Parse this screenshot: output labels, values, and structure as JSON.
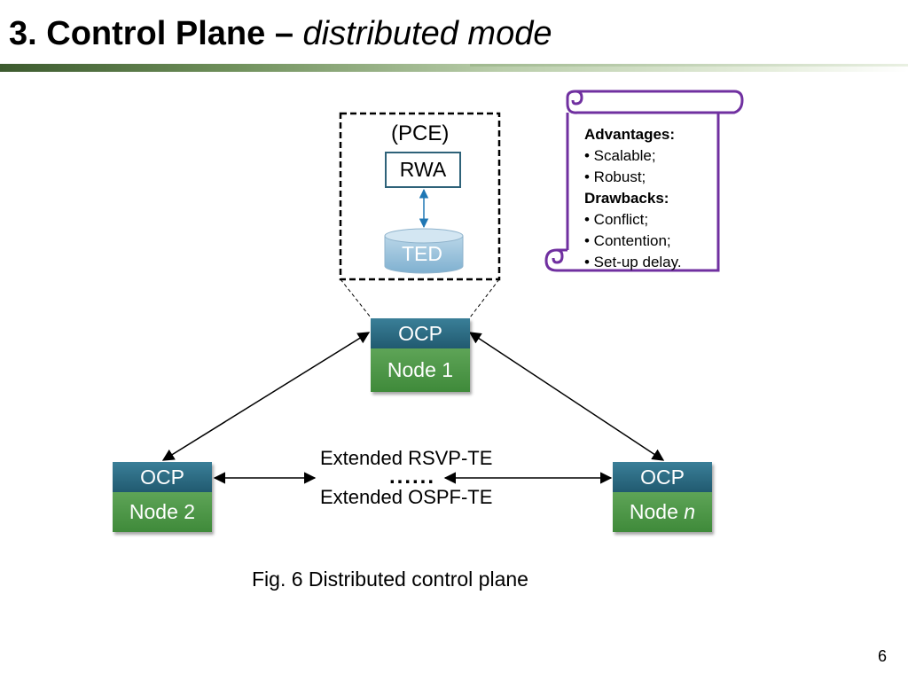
{
  "title": {
    "main": "3. Control Plane – ",
    "sub": "distributed mode"
  },
  "pce": {
    "label": "(PCE)",
    "rwa": "RWA",
    "ted": "TED"
  },
  "nodes": [
    {
      "ocp": "OCP",
      "name": "Node 1"
    },
    {
      "ocp": "OCP",
      "name": "Node 2"
    },
    {
      "ocp": "OCP",
      "name_prefix": "Node ",
      "name_italic": "n"
    }
  ],
  "protocols": {
    "rsvp": "Extended RSVP-TE",
    "ospf": "Extended OSPF-TE",
    "dots": "......"
  },
  "scroll": {
    "advantages_title": "Advantages:",
    "advantages": [
      "• Scalable;",
      "• Robust;"
    ],
    "drawbacks_title": "Drawbacks:",
    "drawbacks": [
      "• Conflict;",
      "• Contention;",
      "• Set-up delay."
    ]
  },
  "caption": "Fig. 6 Distributed control plane",
  "page_number": "6",
  "colors": {
    "ocp_header": "#2a6b83",
    "node_body": "#4e9a48",
    "scroll_border": "#7030a0",
    "rwa_border": "#2e6279",
    "ted_fill": "#9cc3dc",
    "arrow_blue": "#1f77b4"
  }
}
